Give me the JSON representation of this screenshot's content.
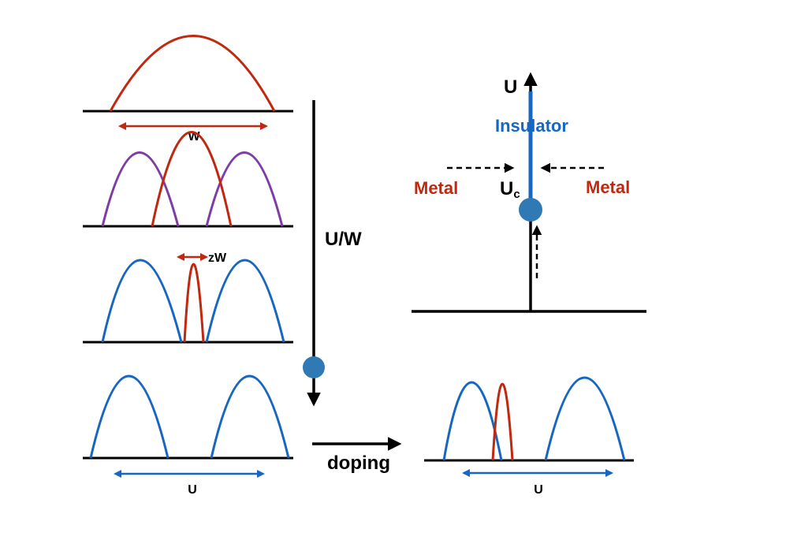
{
  "labels": {
    "w": "W",
    "zw": "zW",
    "u_over_w": "U/W",
    "doping": "doping",
    "u_left": "U",
    "u_right": "U",
    "u_axis": "U",
    "insulator": "Insulator",
    "metal_left": "Metal",
    "metal_right": "Metal",
    "uc_main": "U",
    "uc_sub": "c"
  },
  "colors": {
    "red": "#C0280F",
    "blue": "#1767C2",
    "purple": "#7E3CA6",
    "black": "#000000",
    "dot": "#2F7AB4"
  }
}
